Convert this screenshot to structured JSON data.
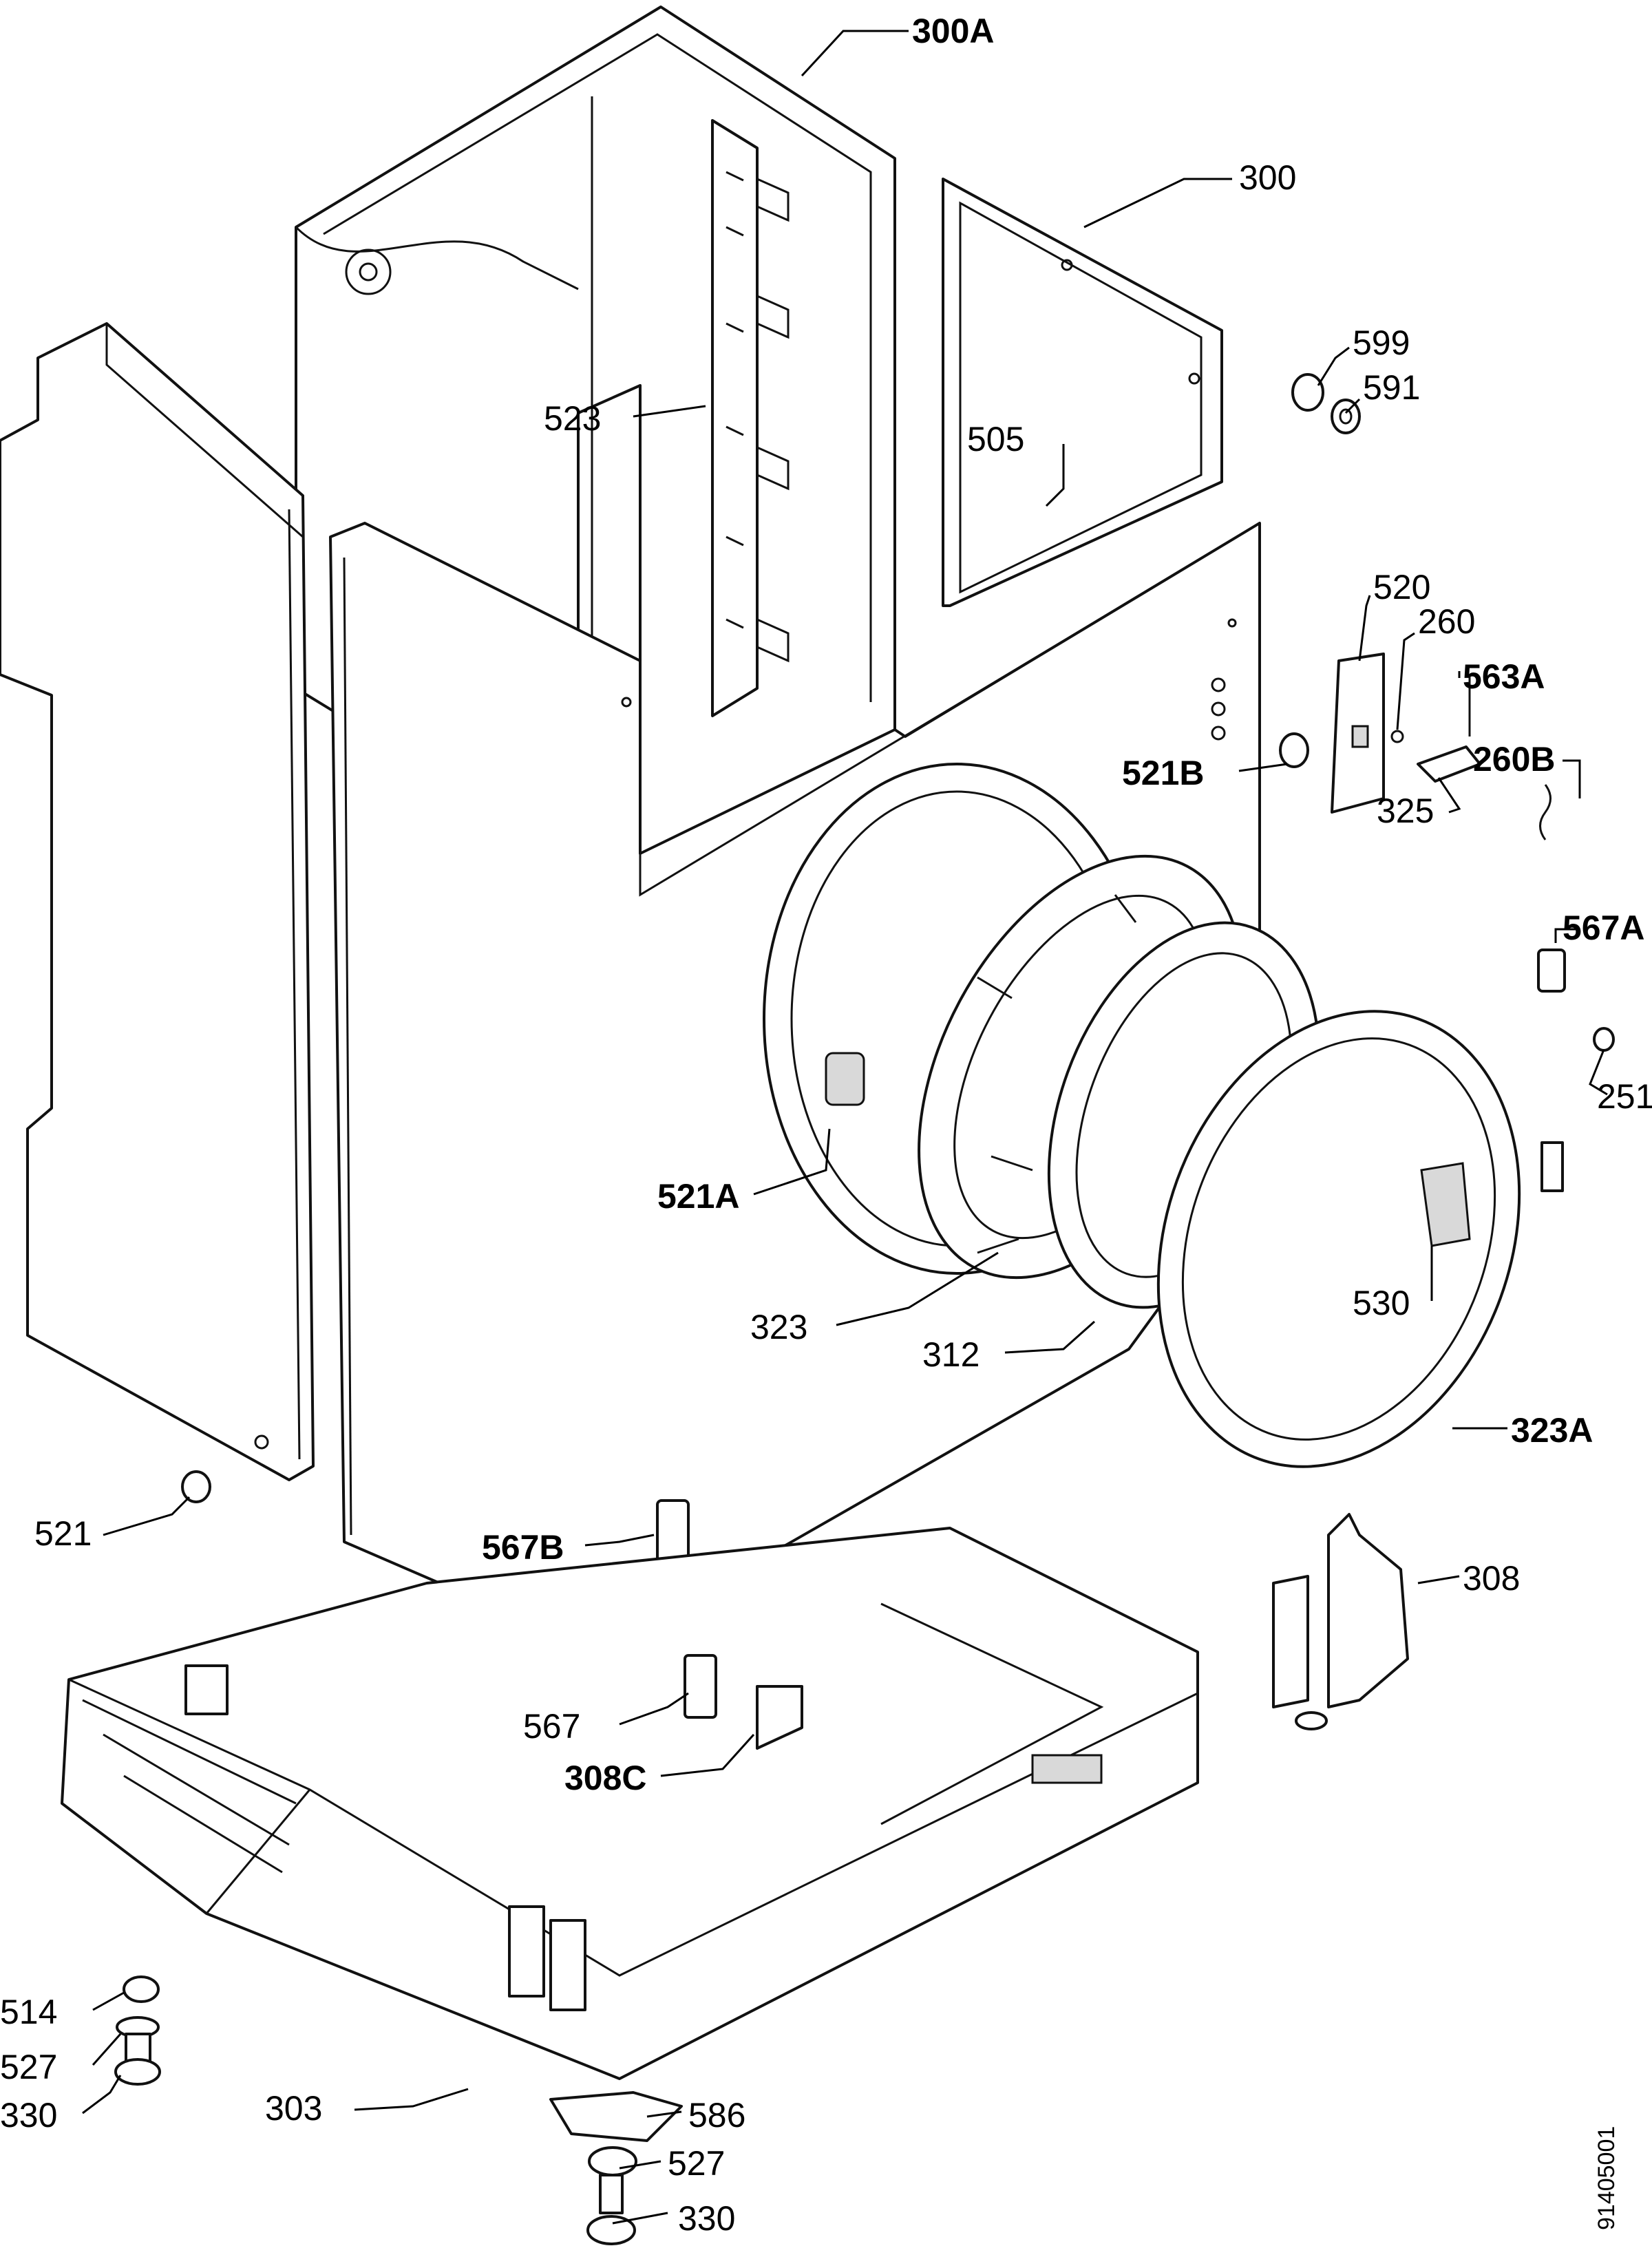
{
  "document_number": "91405001",
  "callouts": [
    {
      "id": "300A",
      "text": "300A"
    },
    {
      "id": "300",
      "text": "300"
    },
    {
      "id": "599",
      "text": "599"
    },
    {
      "id": "591",
      "text": "591"
    },
    {
      "id": "523",
      "text": "523"
    },
    {
      "id": "505",
      "text": "505"
    },
    {
      "id": "520",
      "text": "520"
    },
    {
      "id": "260",
      "text": "260"
    },
    {
      "id": "563A",
      "text": "563A"
    },
    {
      "id": "521B",
      "text": "521B"
    },
    {
      "id": "260B",
      "text": "260B"
    },
    {
      "id": "325",
      "text": "325"
    },
    {
      "id": "567A",
      "text": "567A"
    },
    {
      "id": "251",
      "text": "251"
    },
    {
      "id": "521A",
      "text": "521A"
    },
    {
      "id": "530",
      "text": "530"
    },
    {
      "id": "323",
      "text": "323"
    },
    {
      "id": "312",
      "text": "312"
    },
    {
      "id": "323A",
      "text": "323A"
    },
    {
      "id": "521",
      "text": "521"
    },
    {
      "id": "567B",
      "text": "567B"
    },
    {
      "id": "308",
      "text": "308"
    },
    {
      "id": "567",
      "text": "567"
    },
    {
      "id": "308C",
      "text": "308C"
    },
    {
      "id": "514",
      "text": "514"
    },
    {
      "id": "527a",
      "text": "527"
    },
    {
      "id": "330a",
      "text": "330"
    },
    {
      "id": "303",
      "text": "303"
    },
    {
      "id": "586",
      "text": "586"
    },
    {
      "id": "527b",
      "text": "527"
    },
    {
      "id": "330b",
      "text": "330"
    }
  ]
}
